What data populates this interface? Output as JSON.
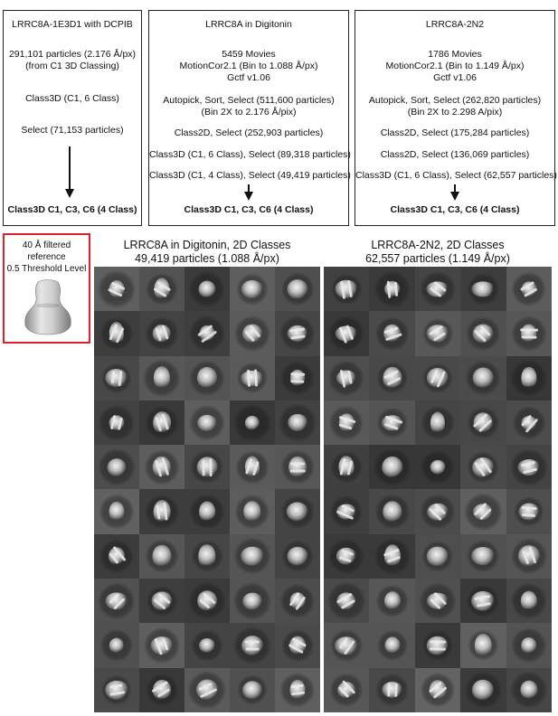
{
  "boxes": {
    "left": {
      "title": "LRRC8A-1E3D1 with DCPIB",
      "line1": "291,101 particles (2.176 Å/px)",
      "line2": "(from C1 3D Classing)",
      "line3": "Class3D (C1, 6 Class)",
      "line4": "Select (71,153 particles)",
      "result": "Class3D C1, C3, C6  (4 Class)"
    },
    "middle": {
      "title": "LRRC8A in Digitonin",
      "line1": "5459 Movies",
      "line2": "MotionCor2.1 (Bin to 1.088 Å/px)",
      "line3": "Gctf v1.06",
      "line4": "Autopick, Sort, Select (511,600 particles)",
      "line5": "(Bin 2X to 2.176 Å/pix)",
      "line6": "Class2D, Select (252,903 particles)",
      "line7": "Class3D (C1, 6 Class), Select (89,318 particles)",
      "line8": "Class3D (C1, 4 Class), Select (49,419 particles)",
      "result": "Class3D C1, C3, C6  (4 Class)"
    },
    "right": {
      "title": "LRRC8A-2N2",
      "line1": "1786 Movies",
      "line2": "MotionCor2.1 (Bin to 1.149 Å/px)",
      "line3": "Gctf v1.06",
      "line4": "Autopick, Sort, Select (262,820 particles)",
      "line5": "(Bin 2X to 2.298 A/pix)",
      "line6": "Class2D, Select (175,284 particles)",
      "line7": "Class2D, Select (136,069 particles)",
      "line8": "Class3D (C1, 6 Class), Select (62,557 particles)",
      "result": "Class3D C1, C3, C6  (4 Class)"
    }
  },
  "reference": {
    "line1": "40 Å filtered",
    "line2": "reference",
    "line3": "0.5 Threshold Level",
    "border_color": "#e0202a"
  },
  "panels": {
    "left": {
      "title1": "LRRC8A in Digitonin, 2D Classes",
      "title2": "49,419 particles (1.088 Å/px)"
    },
    "right": {
      "title1": "LRRC8A-2N2, 2D Classes",
      "title2": "62,557 particles (1.149 Å/px)"
    }
  }
}
